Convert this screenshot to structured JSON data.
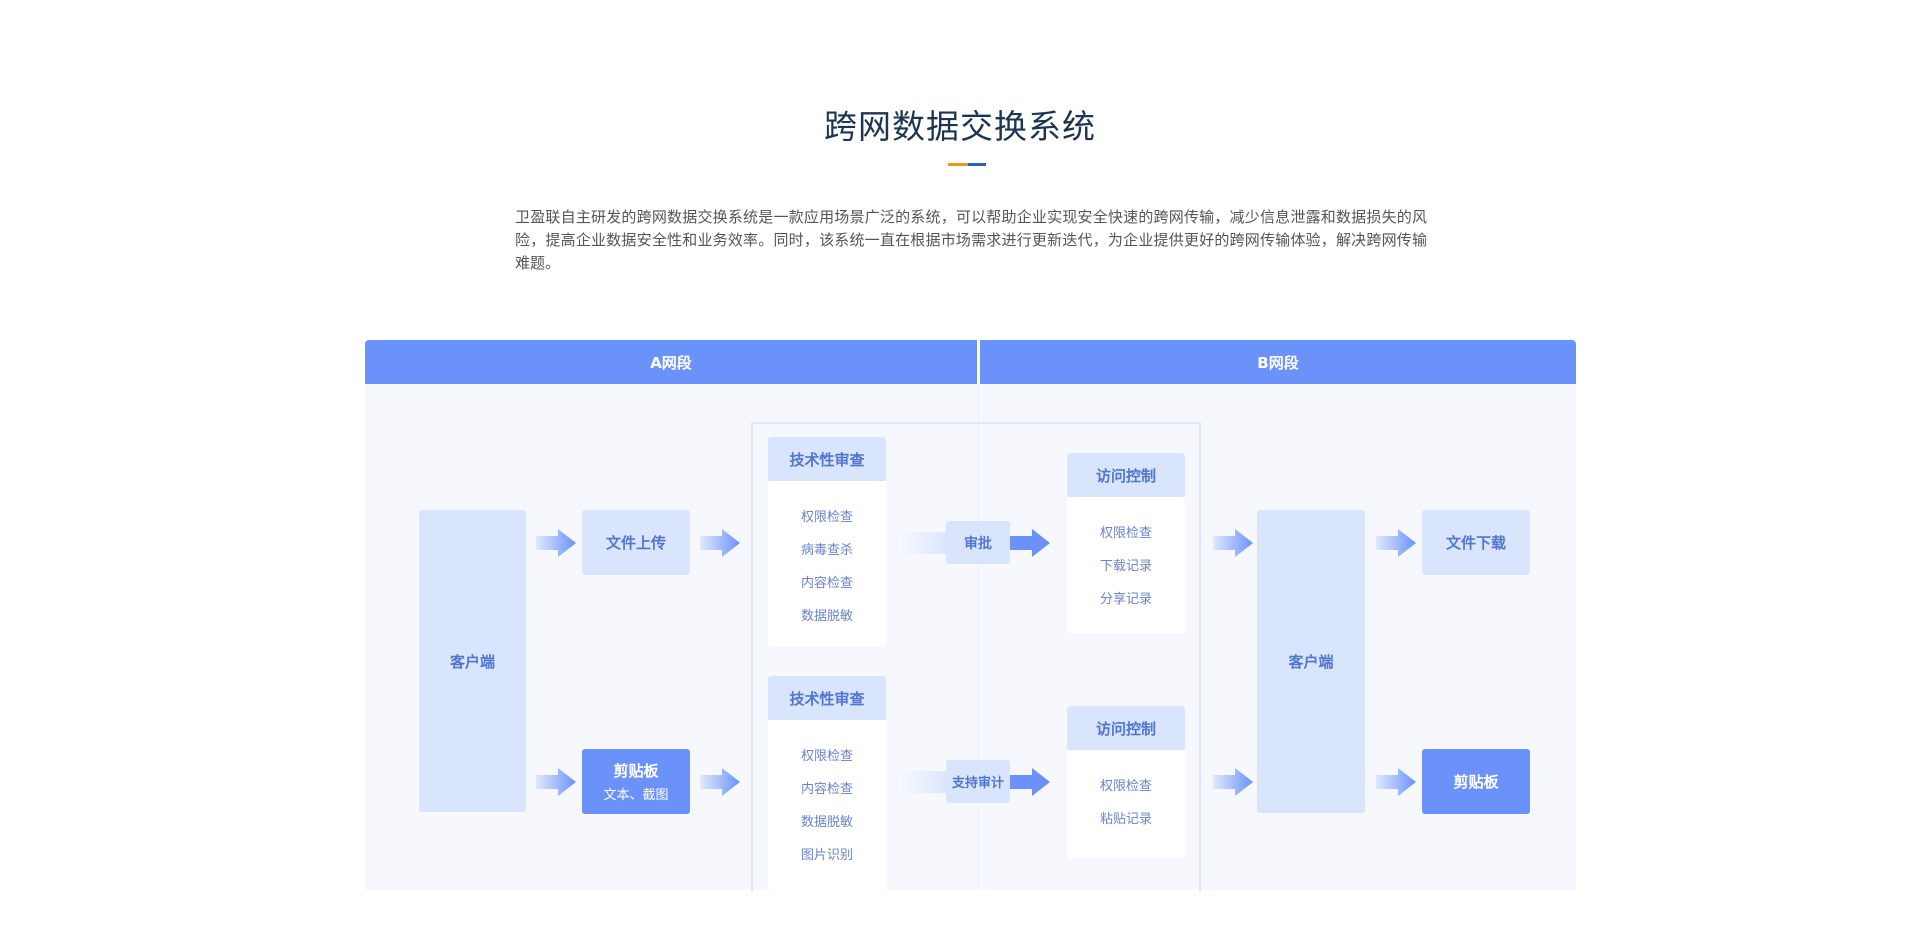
{
  "title": "跨网数据交换系统",
  "description": "卫盈联自主研发的跨网数据交换系统是一款应用场景广泛的系统，可以帮助企业实现安全快速的跨网传输，减少信息泄露和数据损失的风险，提高企业数据安全性和业务效率。同时，该系统一直在根据市场需求进行更新迭代，为企业提供更好的跨网传输体验，解决跨网传输难题。",
  "colors": {
    "accent": "#6b92fb",
    "light_box": "#d9e5fd",
    "title": "#1b3553",
    "underline_orange": "#f0961b",
    "underline_blue": "#2960c8"
  },
  "diagram": {
    "segment_a": "A网段",
    "segment_b": "B网段",
    "client_a": "客户端",
    "client_b": "客户端",
    "file_upload": "文件上传",
    "clipboard_a": {
      "label": "剪贴板",
      "sub": "文本、截图"
    },
    "tech_review_top": {
      "title": "技术性审查",
      "items": [
        "权限检查",
        "病毒查杀",
        "内容检查",
        "数据脱敏"
      ]
    },
    "tech_review_bottom": {
      "title": "技术性审查",
      "items": [
        "权限检查",
        "内容检查",
        "数据脱敏",
        "图片识别"
      ]
    },
    "approval": "审批",
    "audit": "支持审计",
    "access_top": {
      "title": "访问控制",
      "items": [
        "权限检查",
        "下载记录",
        "分享记录"
      ]
    },
    "access_bottom": {
      "title": "访问控制",
      "items": [
        "权限检查",
        "粘贴记录"
      ]
    },
    "file_download": "文件下载",
    "clipboard_b": "剪贴板"
  }
}
